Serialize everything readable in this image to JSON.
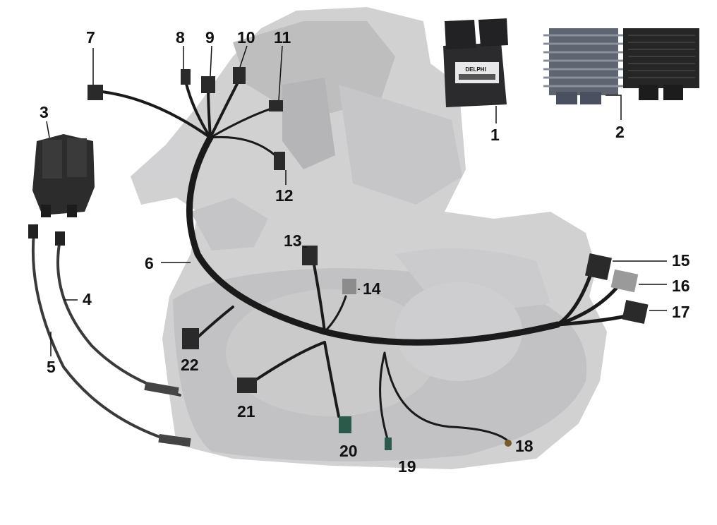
{
  "callouts": [
    {
      "id": "1",
      "label": "1"
    },
    {
      "id": "2",
      "label": "2"
    },
    {
      "id": "3",
      "label": "3"
    },
    {
      "id": "4",
      "label": "4"
    },
    {
      "id": "5",
      "label": "5"
    },
    {
      "id": "6",
      "label": "6"
    },
    {
      "id": "7",
      "label": "7"
    },
    {
      "id": "8",
      "label": "8"
    },
    {
      "id": "9",
      "label": "9"
    },
    {
      "id": "10",
      "label": "10"
    },
    {
      "id": "11",
      "label": "11"
    },
    {
      "id": "12",
      "label": "12"
    },
    {
      "id": "13",
      "label": "13"
    },
    {
      "id": "14",
      "label": "14"
    },
    {
      "id": "15",
      "label": "15"
    },
    {
      "id": "16",
      "label": "16"
    },
    {
      "id": "17",
      "label": "17"
    },
    {
      "id": "18",
      "label": "18"
    },
    {
      "id": "19",
      "label": "19"
    },
    {
      "id": "20",
      "label": "20"
    },
    {
      "id": "21",
      "label": "21"
    },
    {
      "id": "22",
      "label": "22"
    }
  ],
  "ecu_label": {
    "brand": "DELPHI"
  },
  "colors": {
    "engine": "#c9c9cb",
    "engine_dark": "#b6b6b8",
    "cable": "#1a1a1a",
    "connector": "#2a2a2a",
    "leader": "#111111"
  }
}
